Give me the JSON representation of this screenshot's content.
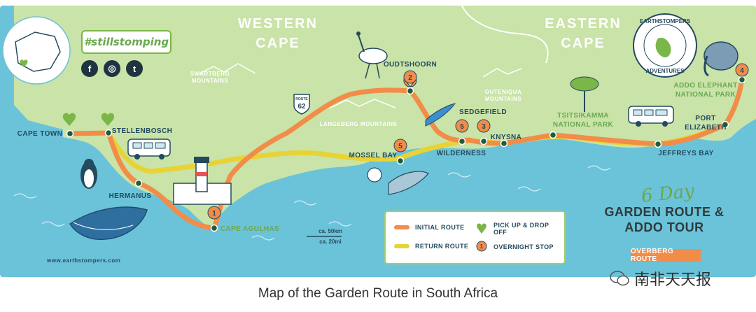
{
  "regions": {
    "western": [
      "WESTERN",
      "CAPE"
    ],
    "eastern": [
      "EASTERN",
      "CAPE"
    ]
  },
  "mountains": {
    "swartberg": [
      "SWARTBERG",
      "MOUNTAINS"
    ],
    "langeberg": "LANGEBERG MOUNTAINS",
    "outeniqua": [
      "OUTENIQUA",
      "MOUNTAINS"
    ]
  },
  "places": {
    "cape_town": "CAPE TOWN",
    "stellenbosch": "STELLENBOSCH",
    "hermanus": "HERMANUS",
    "cape_agulhas": "CAPE AGULHAS",
    "oudtshoorn": "OUDTSHOORN",
    "mossel_bay": "MOSSEL BAY",
    "sedgefield": "SEDGEFIELD",
    "wilderness": "WILDERNESS",
    "knysna": "KNYSNA",
    "tsitsikamma": [
      "TSITSIKAMMA",
      "NATIONAL PARK"
    ],
    "addo": [
      "ADDO ELEPHANT",
      "NATIONAL PARK"
    ],
    "port_elizabeth": [
      "PORT",
      "ELIZABETH"
    ],
    "jeffreys_bay": "JEFFREYS BAY"
  },
  "stops": {
    "oudtshoorn": "2",
    "mossel_bay": "5",
    "wilderness": "5",
    "knysna": "3",
    "addo": "4",
    "cape_agulhas": "1"
  },
  "route62": {
    "top": "ROUTE",
    "num": "62"
  },
  "hashtag": "#stillstomping",
  "social": [
    "f",
    "◎",
    "t"
  ],
  "badge": {
    "top": "EARTHSTOMPERS",
    "bottom": "ADVENTURES"
  },
  "scale": {
    "km": "ca. 50km",
    "mi": "ca. 20mi"
  },
  "legend": {
    "initial": "INITIAL ROUTE",
    "return": "RETURN ROUTE",
    "pickup": "PICK UP & DROP OFF",
    "overnight": "OVERNIGHT STOP",
    "overnight_num": "1"
  },
  "tour": {
    "day": "6 Day",
    "line1": "GARDEN ROUTE &",
    "line2": "ADDO TOUR",
    "sub": "OVERBERG ROUTE"
  },
  "website": "www.earthstompers.com",
  "caption": "Map of the Garden Route in South Africa",
  "wechat": "南非天天报",
  "colors": {
    "land": "#c9e3a8",
    "sea": "#6bc3d9",
    "initial": "#f28c49",
    "return": "#e8d336",
    "pickup": "#7ab648",
    "text": "#244a5e"
  }
}
